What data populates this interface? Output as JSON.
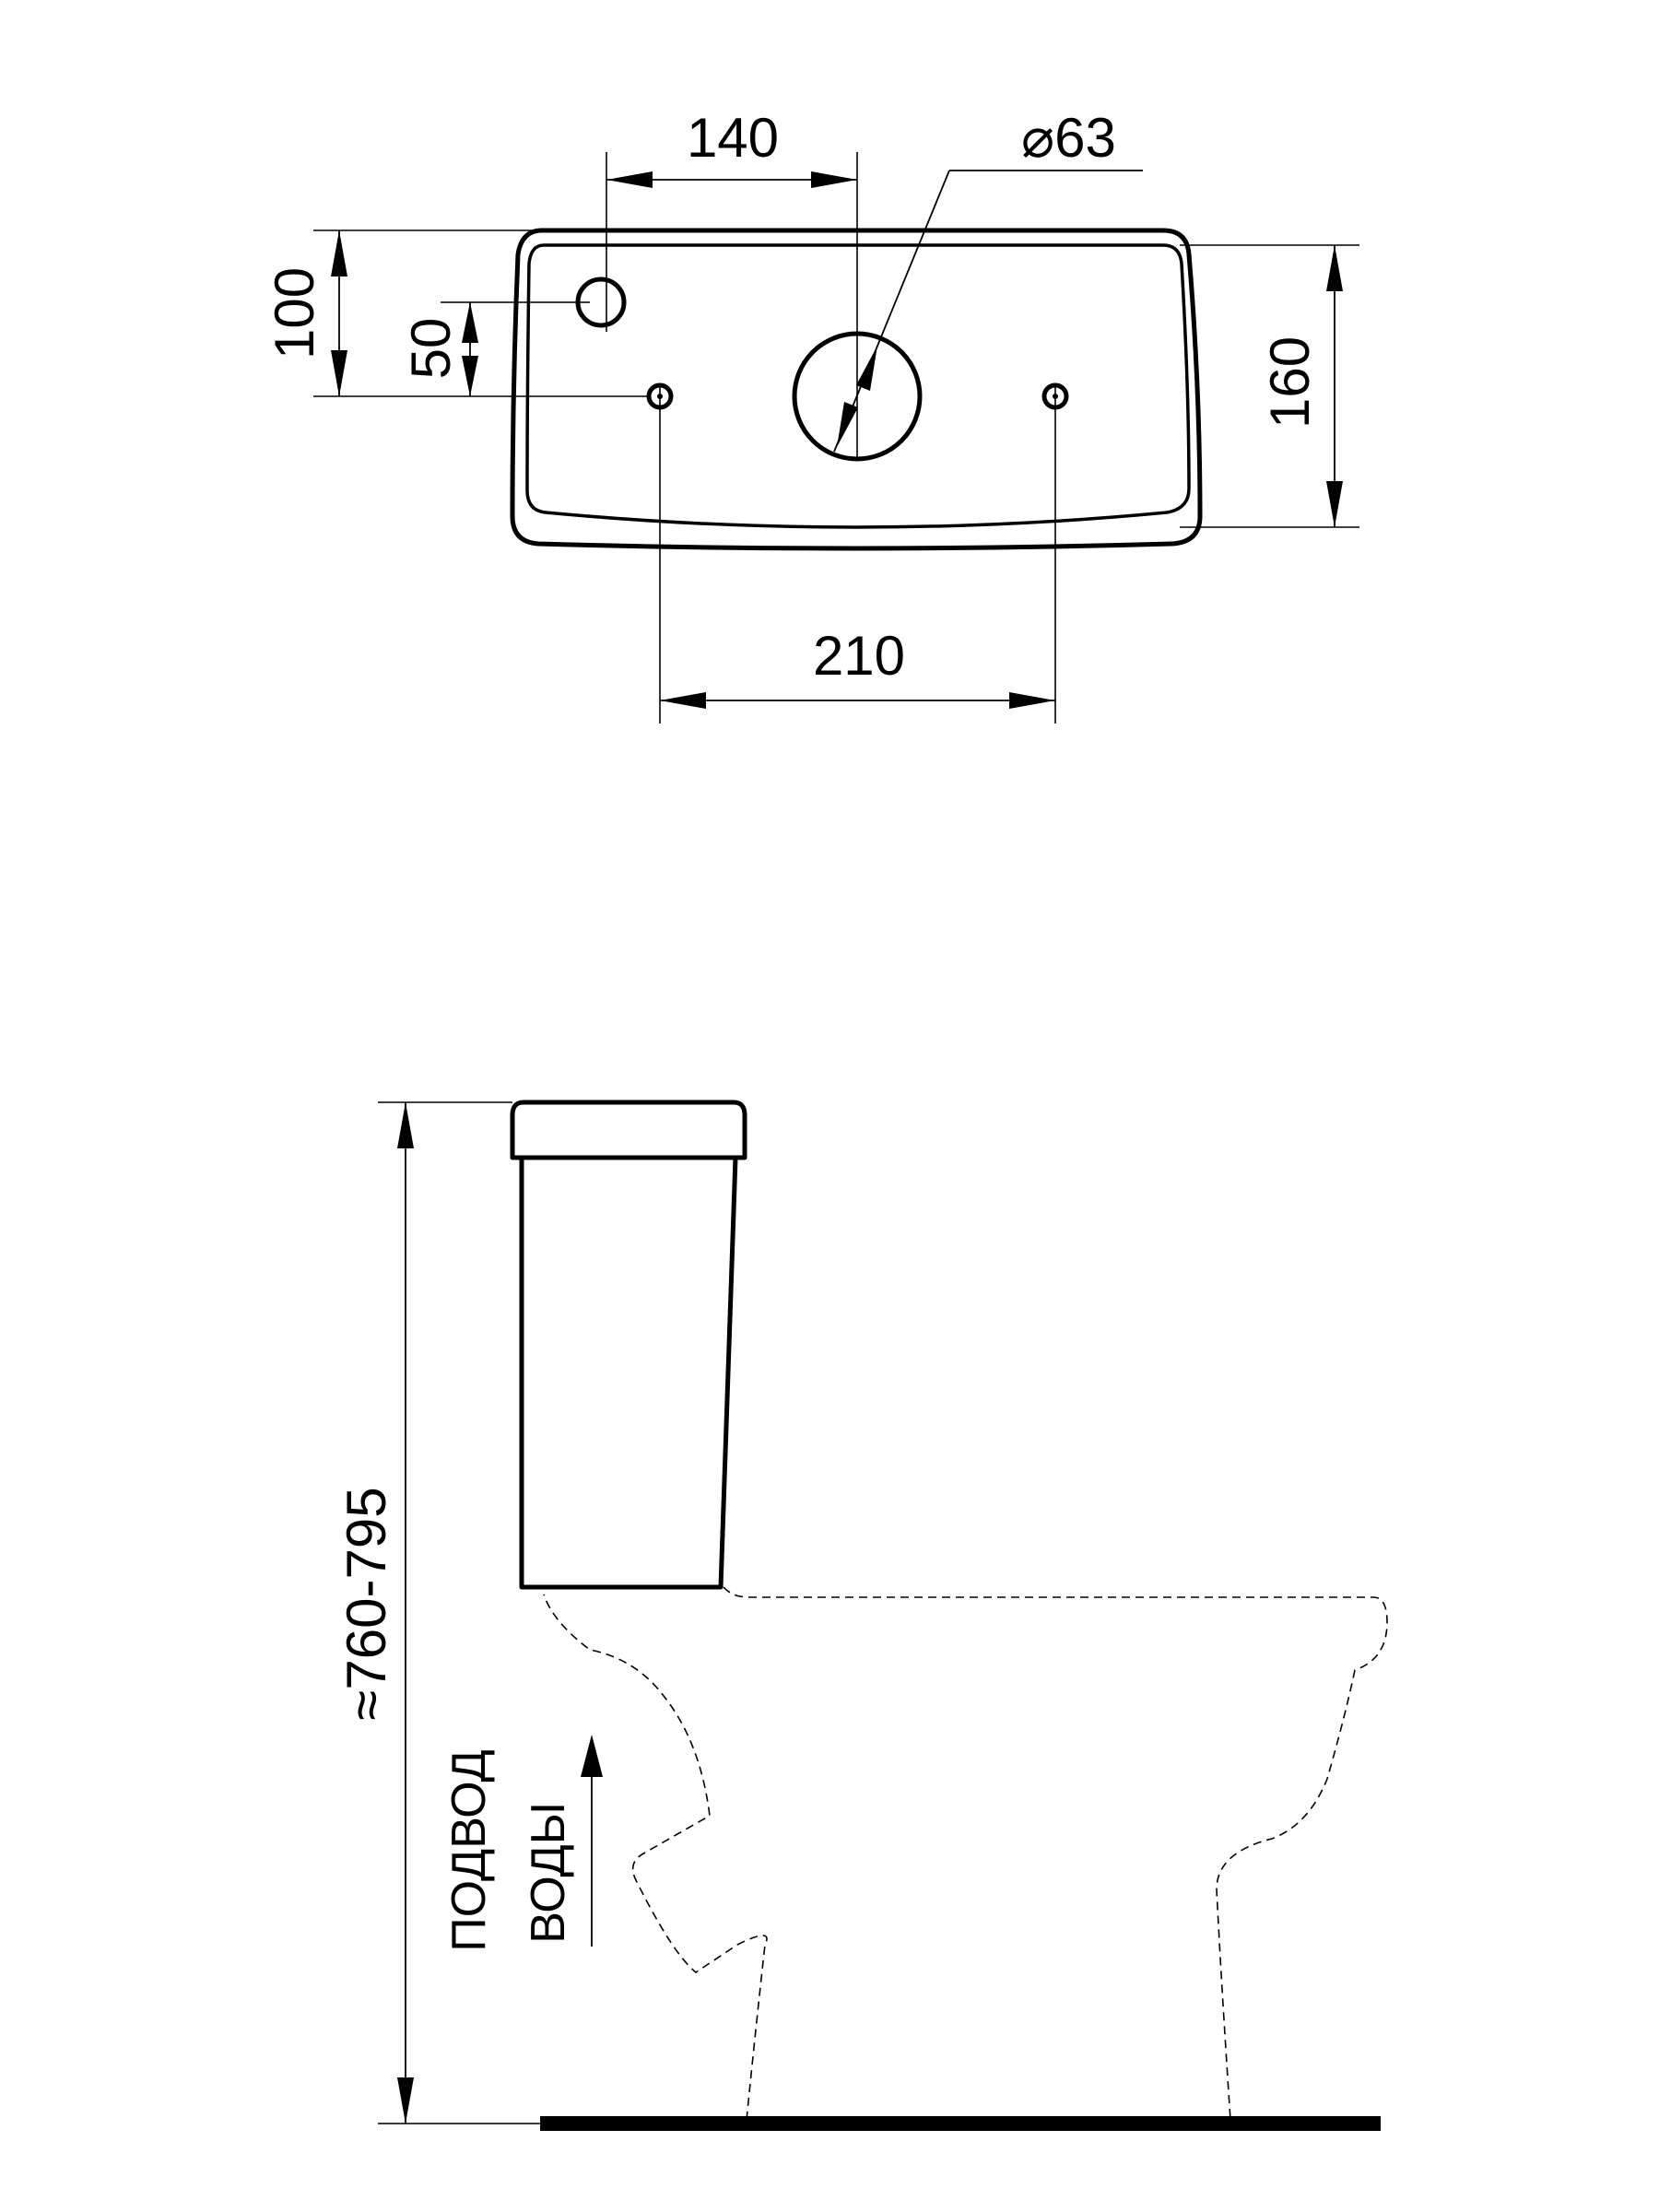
{
  "top_view": {
    "dim_hole_spacing_top": "140",
    "dim_diameter": "⌀63",
    "dim_depth_outer": "100",
    "dim_depth_inner": "50",
    "dim_width_right": "160",
    "dim_bolt_spacing": "210"
  },
  "side_view": {
    "dim_total_height": "≈760-795",
    "water_supply_label_line1": "ПОДВОД",
    "water_supply_label_line2": "ВОДЫ"
  }
}
